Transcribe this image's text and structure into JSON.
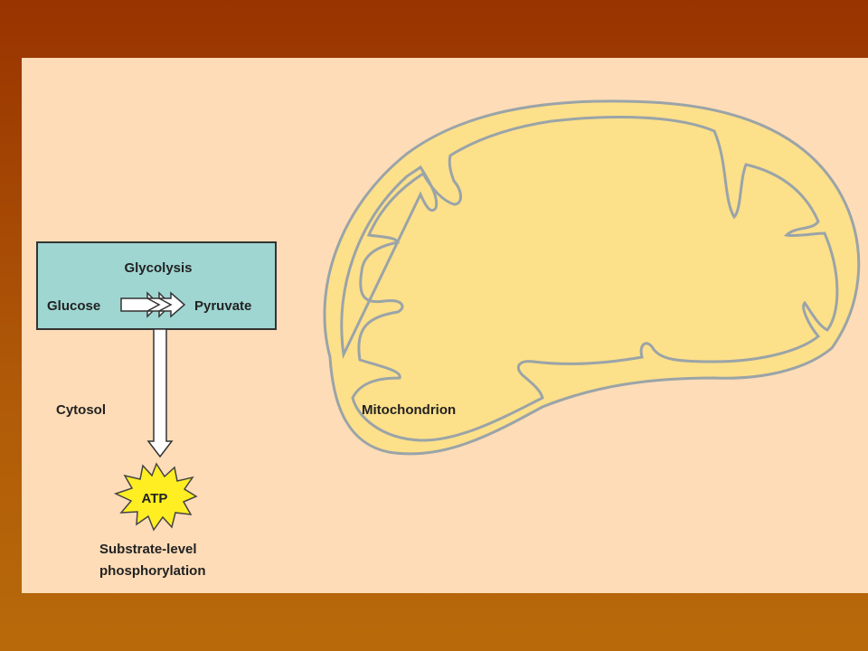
{
  "colors": {
    "frame_top": "#993300",
    "frame_bottom": "#b86a0a",
    "slide_background": "#fddcb7",
    "glycolysis_box": "#9fd6d2",
    "mitochondrion_fill": "#fde08a",
    "mitochondrion_outline": "#9aa4a8",
    "atp_burst": "#ffee22"
  },
  "diagram": {
    "glycolysis_title": "Glycolysis",
    "glucose_label": "Glucose",
    "pyruvate_label": "Pyruvate",
    "cytosol_label": "Cytosol",
    "atp_label": "ATP",
    "substrate_label_line1": "Substrate-level",
    "substrate_label_line2": "phosphorylation",
    "mitochondrion_label": "Mitochondrion"
  }
}
